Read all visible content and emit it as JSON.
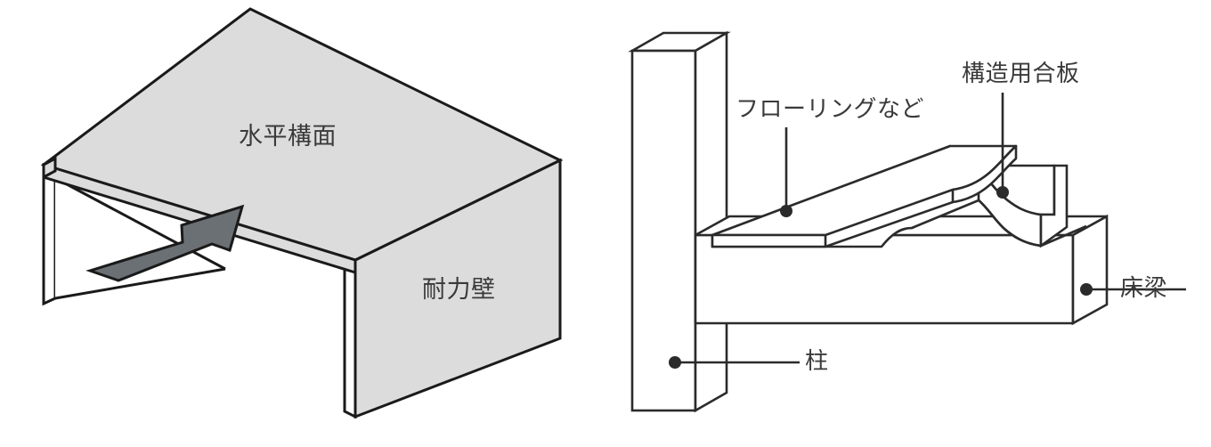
{
  "figure": {
    "title": "",
    "background_color": "#ffffff",
    "line_color": "#1a1a1a",
    "text_color": "#3a3a3a"
  },
  "left_diagram": {
    "name": "horizontal-diaphragm-and-shear-wall-box",
    "labels": {
      "slab": "水平構面",
      "wall": "耐力壁"
    },
    "colors": {
      "slab_fill": "#dcdcdc",
      "wall_fill": "#dcdcdc",
      "inner_fill": "#ffffff",
      "arrow_fill": "#6b7075",
      "arrow_stroke": "#1a1a1a"
    },
    "arrow": {
      "name": "lateral-force-arrow",
      "direction": "up-right",
      "meaning": "horizontal force applied to diaphragm"
    }
  },
  "right_diagram": {
    "name": "floor-beam-column-joint-detail",
    "labels": {
      "flooring": "フローリングなど",
      "plywood": "構造用合板",
      "beam": "床梁",
      "column": "柱"
    },
    "colors": {
      "fill": "#ffffff",
      "stroke": "#2b2b2b"
    },
    "parts": [
      {
        "key": "column",
        "label": "柱"
      },
      {
        "key": "beam",
        "label": "床梁"
      },
      {
        "key": "plywood",
        "label": "構造用合板"
      },
      {
        "key": "flooring",
        "label": "フローリングなど"
      }
    ]
  }
}
